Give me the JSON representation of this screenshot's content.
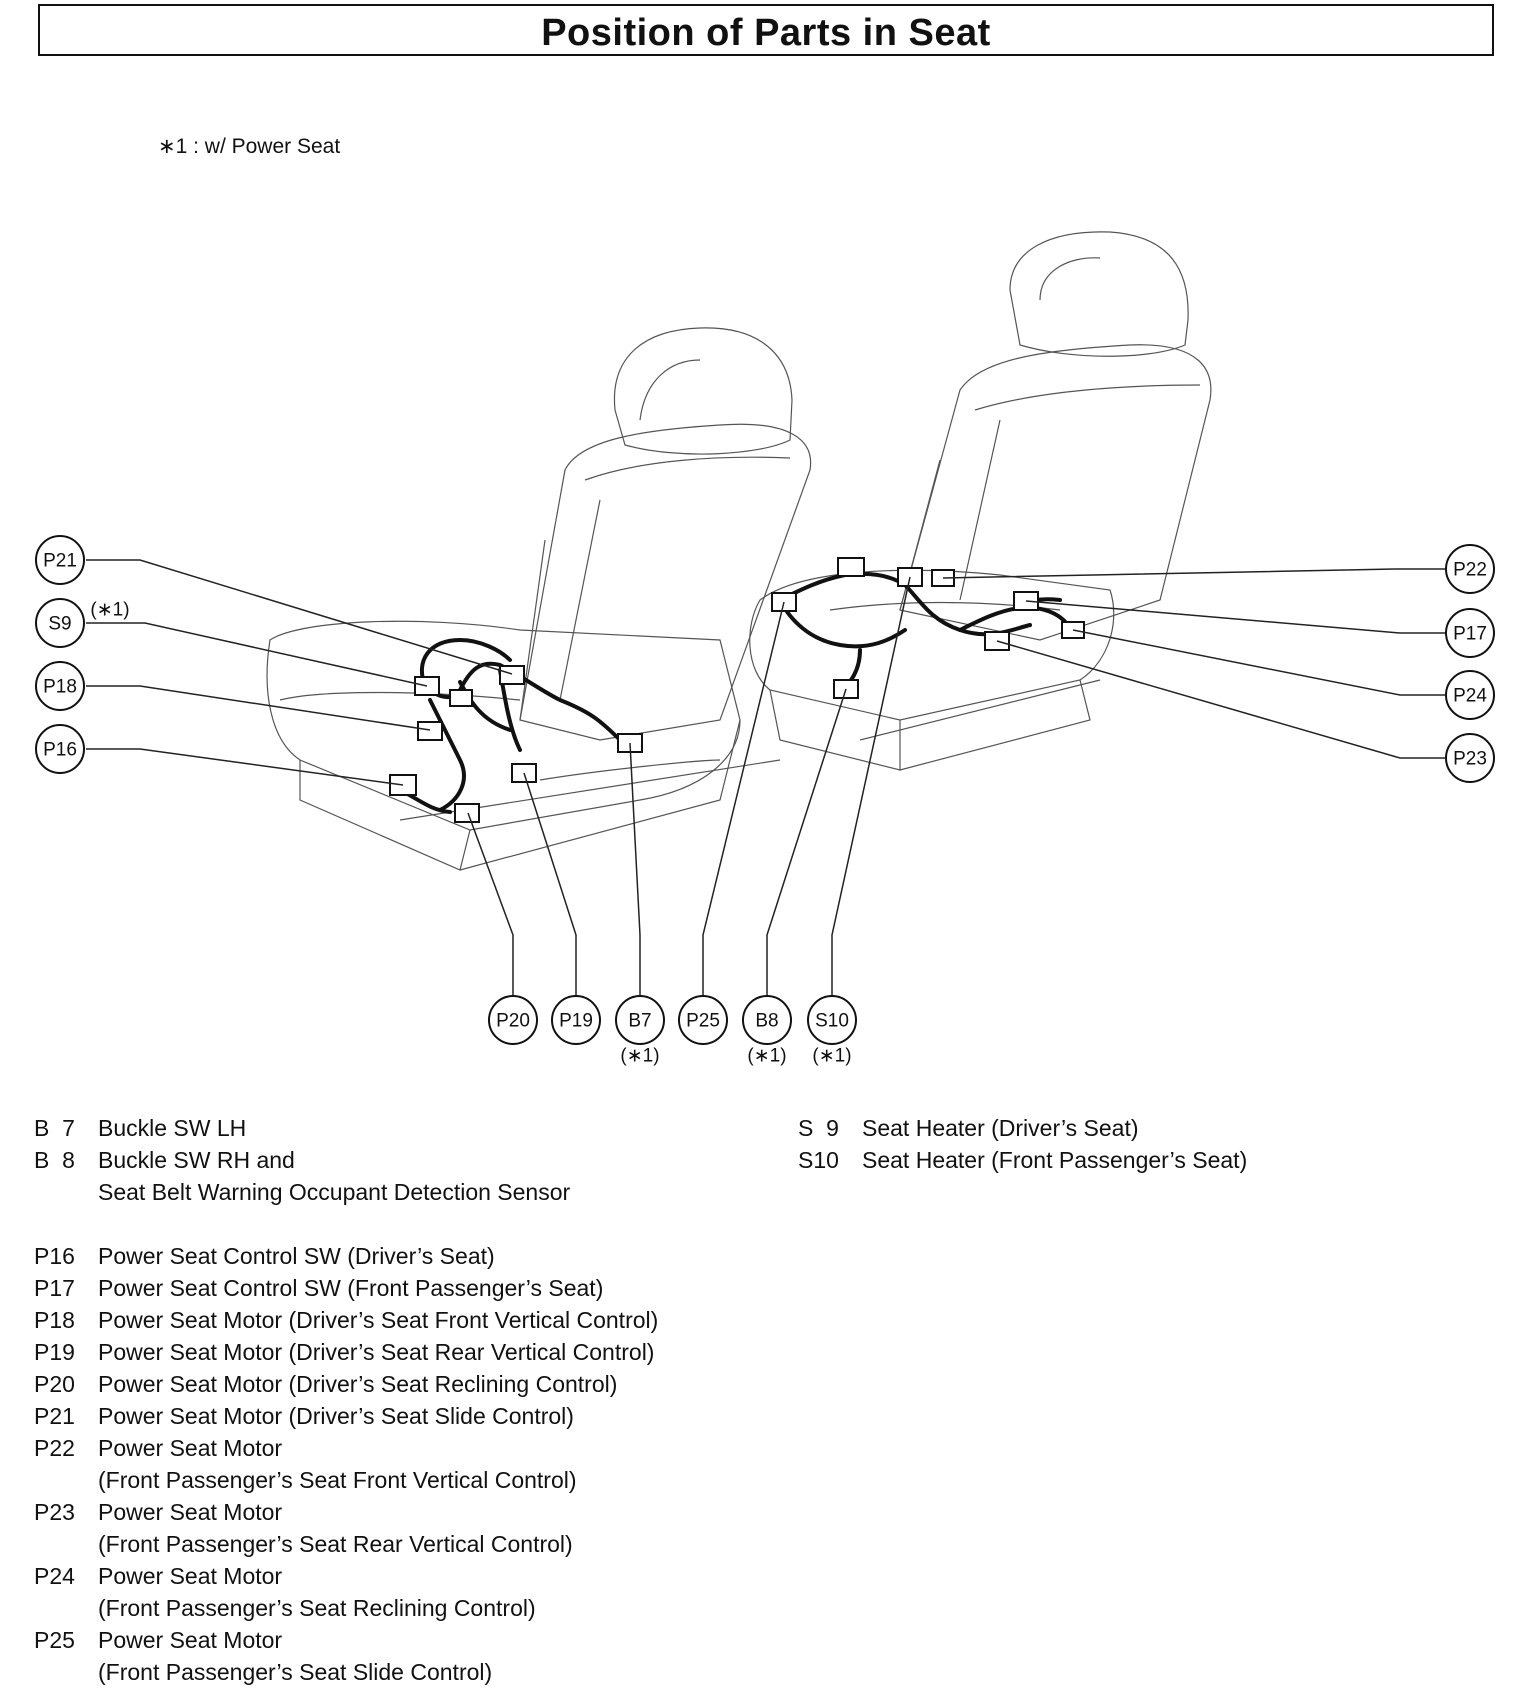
{
  "title": "Position of Parts in Seat",
  "note": "∗1 : w/ Power Seat",
  "callouts": {
    "P21": "P21",
    "S9": "S9",
    "S9_note": "(∗1)",
    "P18": "P18",
    "P16": "P16",
    "P22": "P22",
    "P17": "P17",
    "P24": "P24",
    "P23": "P23",
    "P20": "P20",
    "P19": "P19",
    "B7": "B7",
    "B7_note": "(∗1)",
    "P25": "P25",
    "B8": "B8",
    "B8_note": "(∗1)",
    "S10": "S10",
    "S10_note": "(∗1)"
  },
  "legend_left": [
    {
      "code": "B  7",
      "desc": "Buckle SW LH"
    },
    {
      "code": "B  8",
      "desc": "Buckle SW RH and"
    },
    {
      "code": "",
      "desc": "Seat Belt Warning Occupant Detection Sensor"
    },
    {
      "code": "P16",
      "desc": "Power Seat Control SW (Driver’s Seat)"
    },
    {
      "code": "P17",
      "desc": "Power Seat Control SW (Front Passenger’s Seat)"
    },
    {
      "code": "P18",
      "desc": "Power Seat Motor (Driver’s Seat Front Vertical Control)"
    },
    {
      "code": "P19",
      "desc": "Power Seat Motor (Driver’s Seat Rear Vertical Control)"
    },
    {
      "code": "P20",
      "desc": "Power Seat Motor (Driver’s Seat Reclining Control)"
    },
    {
      "code": "P21",
      "desc": "Power Seat Motor (Driver’s Seat Slide Control)"
    },
    {
      "code": "P22",
      "desc": "Power Seat Motor"
    },
    {
      "code": "",
      "desc": "(Front Passenger’s Seat Front Vertical Control)"
    },
    {
      "code": "P23",
      "desc": "Power Seat Motor"
    },
    {
      "code": "",
      "desc": "(Front Passenger’s Seat Rear Vertical Control)"
    },
    {
      "code": "P24",
      "desc": "Power Seat Motor"
    },
    {
      "code": "",
      "desc": "(Front Passenger’s Seat Reclining Control)"
    },
    {
      "code": "P25",
      "desc": "Power Seat Motor"
    },
    {
      "code": "",
      "desc": "(Front Passenger’s Seat Slide Control)"
    }
  ],
  "legend_right": [
    {
      "code": "S  9",
      "desc": "Seat Heater (Driver’s Seat)"
    },
    {
      "code": "S10",
      "desc": "Seat Heater (Front Passenger’s Seat)"
    }
  ]
}
